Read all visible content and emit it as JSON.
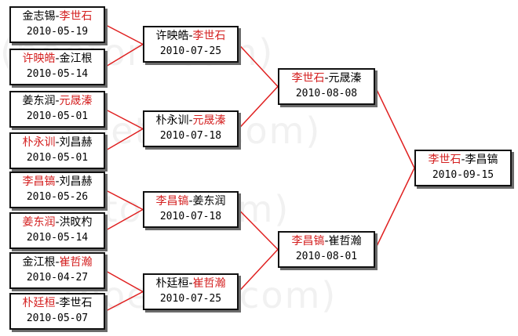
{
  "watermark": "(hoetom.com)",
  "colors": {
    "line": "#e02020",
    "winner": "#d42020",
    "border": "#111111",
    "shadow": "#6b6b6b"
  },
  "round1": [
    {
      "a": "金志锡",
      "b": "李世石",
      "winner": "b",
      "date": "2010-05-19"
    },
    {
      "a": "许映皓",
      "b": "金江根",
      "winner": "a",
      "date": "2010-05-14"
    },
    {
      "a": "姜东润",
      "b": "元晟溱",
      "winner": "b",
      "date": "2010-05-01"
    },
    {
      "a": "朴永训",
      "b": "刘昌赫",
      "winner": "a",
      "date": "2010-05-01"
    },
    {
      "a": "李昌镐",
      "b": "刘昌赫",
      "winner": "a",
      "date": "2010-05-26"
    },
    {
      "a": "姜东润",
      "b": "洪旼杓",
      "winner": "a",
      "date": "2010-05-14"
    },
    {
      "a": "金江根",
      "b": "崔哲瀚",
      "winner": "b",
      "date": "2010-04-27"
    },
    {
      "a": "朴廷桓",
      "b": "李世石",
      "winner": "a",
      "date": "2010-05-07"
    }
  ],
  "round2": [
    {
      "a": "许映皓",
      "b": "李世石",
      "winner": "b",
      "date": "2010-07-25"
    },
    {
      "a": "朴永训",
      "b": "元晟溱",
      "winner": "b",
      "date": "2010-07-18"
    },
    {
      "a": "李昌镐",
      "b": "姜东润",
      "winner": "a",
      "date": "2010-07-18"
    },
    {
      "a": "朴廷桓",
      "b": "崔哲瀚",
      "winner": "b",
      "date": "2010-07-25"
    }
  ],
  "round3": [
    {
      "a": "李世石",
      "b": "元晟溱",
      "winner": "a",
      "date": "2010-08-08"
    },
    {
      "a": "李昌镐",
      "b": "崔哲瀚",
      "winner": "a",
      "date": "2010-08-01"
    }
  ],
  "final": [
    {
      "a": "李世石",
      "b": "李昌镐",
      "winner": "a",
      "date": "2010-09-15"
    }
  ]
}
